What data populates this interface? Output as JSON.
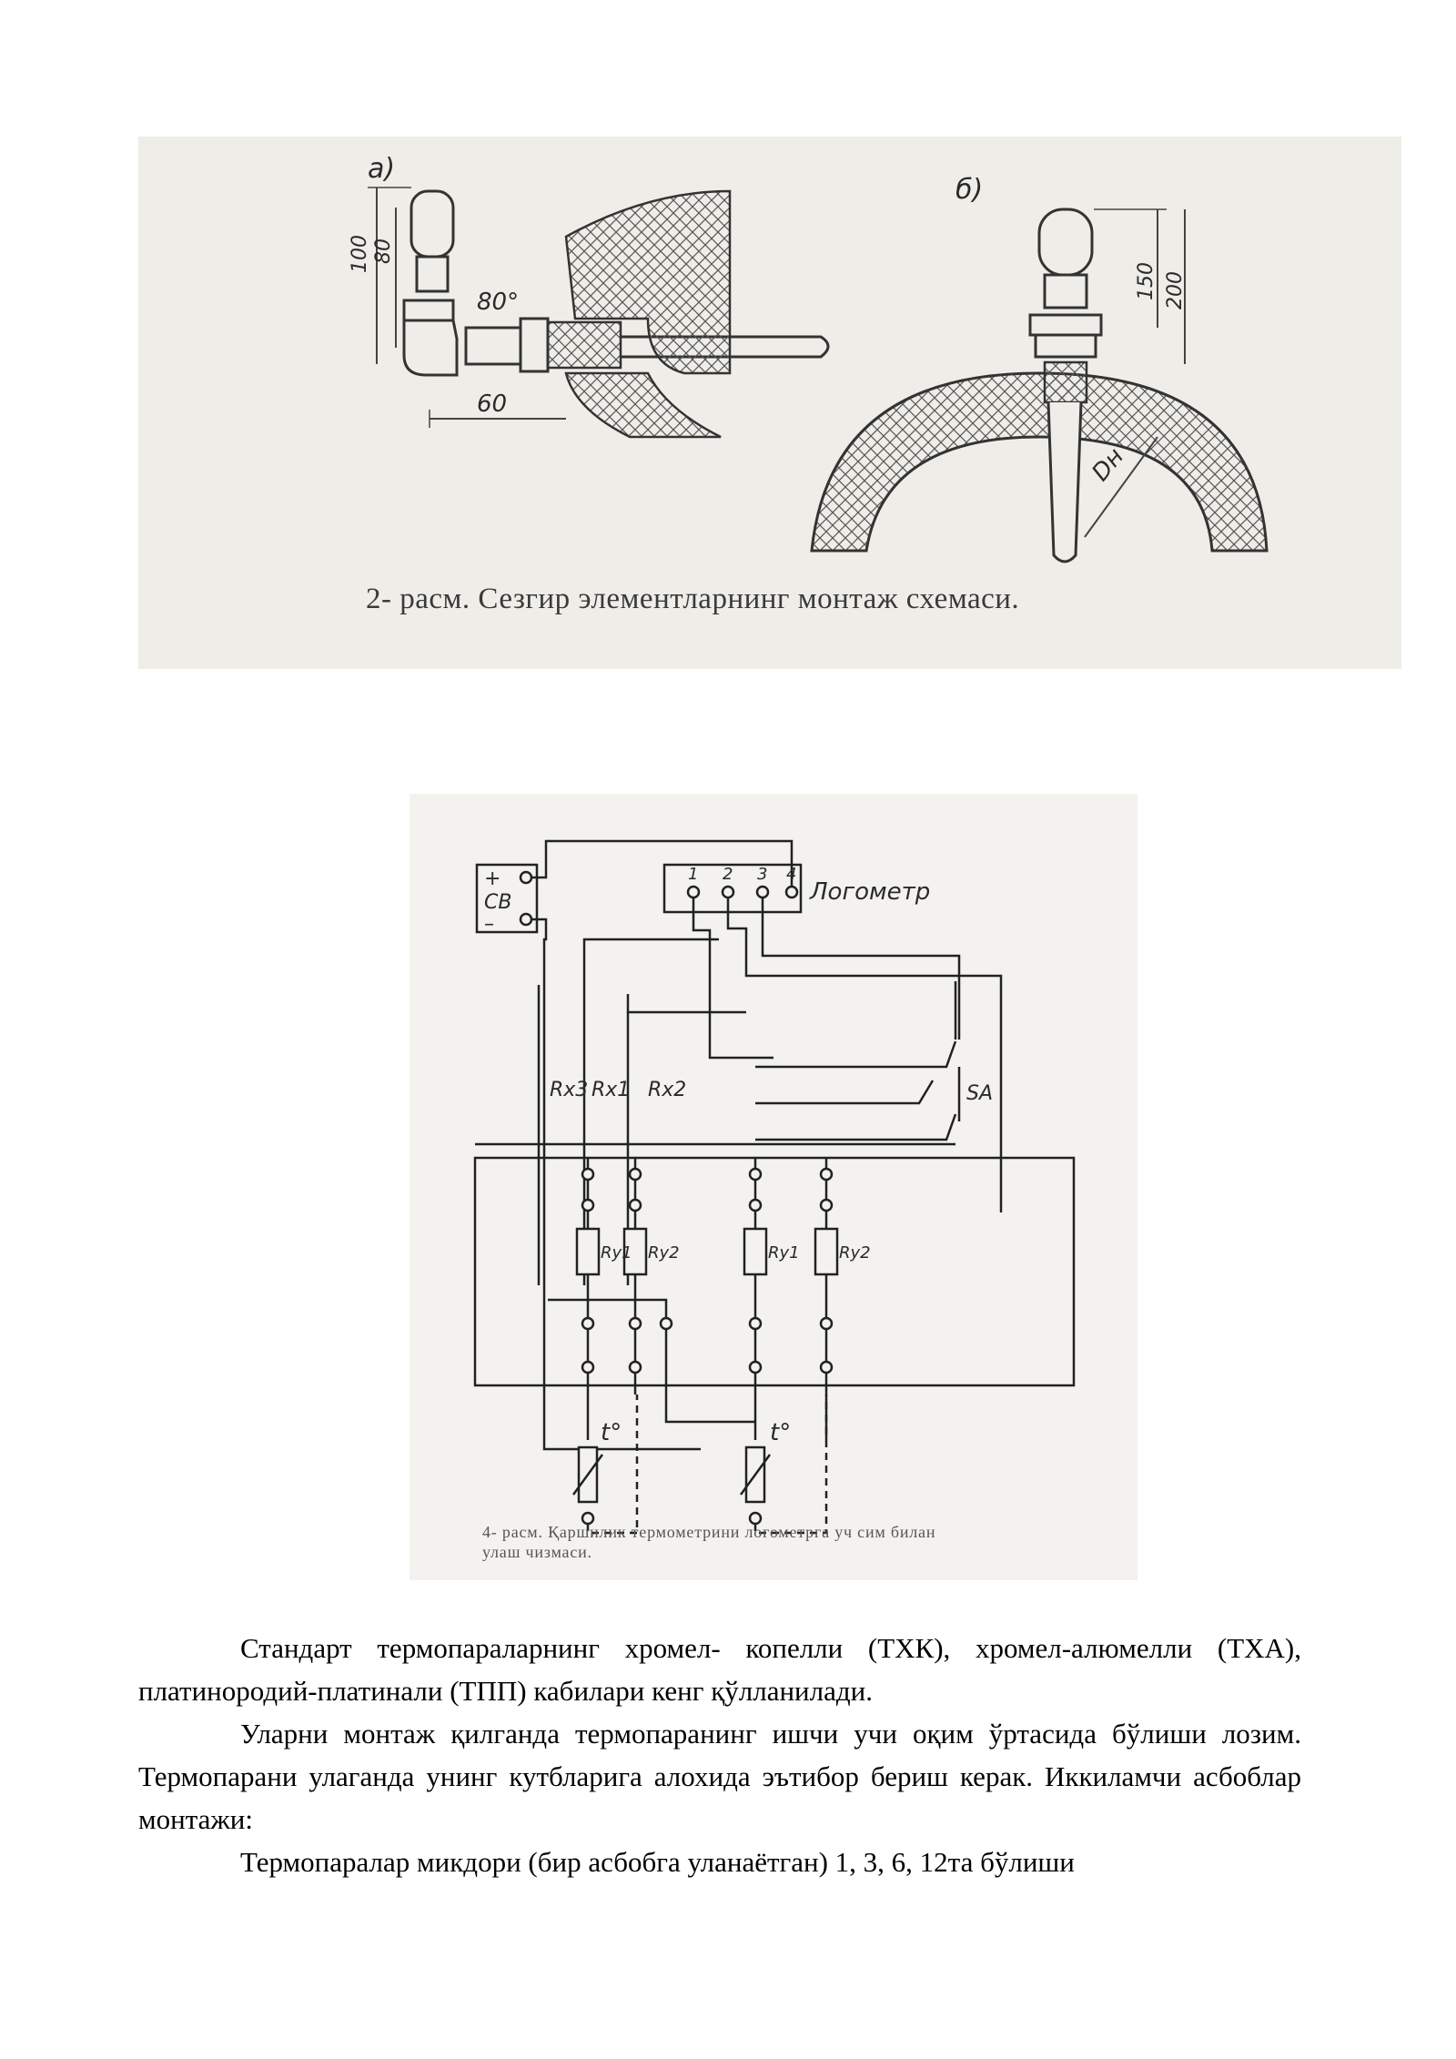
{
  "figure1": {
    "label_a": "а)",
    "label_b": "б)",
    "dims_a": [
      "100",
      "80",
      "80°",
      "60"
    ],
    "dims_b": [
      "150",
      "200",
      "Dн"
    ],
    "caption": "2- расм. Сезгир элементларнинг монтаж схемаси."
  },
  "figure2": {
    "supply": {
      "plus": "+",
      "label": "СВ",
      "minus": "–"
    },
    "instrument": {
      "label": "Логометр",
      "terminals": [
        "1",
        "2",
        "3",
        "4"
      ]
    },
    "switch_label": "SA",
    "wire_labels": [
      "Rx3",
      "Rx1",
      "Rx2"
    ],
    "resistor_labels": [
      "Rу1",
      "Rу2",
      "Rу1",
      "Rу2"
    ],
    "sensor_labels": [
      "t°",
      "t°"
    ],
    "caption_line1": "4- расм. Қаршилик термометрини логометрга уч сим билан",
    "caption_line2": "улаш чизмаси."
  },
  "body": {
    "paragraphs": [
      "Стандарт термопараларнинг хромел- копелли (ТХК), хромел-алюмелли (ТХА), платинородий-платинали (ТПП) кабилари кенг қўлланилади.",
      "Уларни монтаж қилганда термопаранинг ишчи учи оқим ўртасида бўлиши лозим. Термопарани улаганда унинг кутбларига алохида эътибор бериш керак. Иккиламчи асбоблар монтажи:",
      "Термопаралар микдори (бир асбобга уланаётган) 1, 3, 6, 12та бўлиши"
    ]
  }
}
